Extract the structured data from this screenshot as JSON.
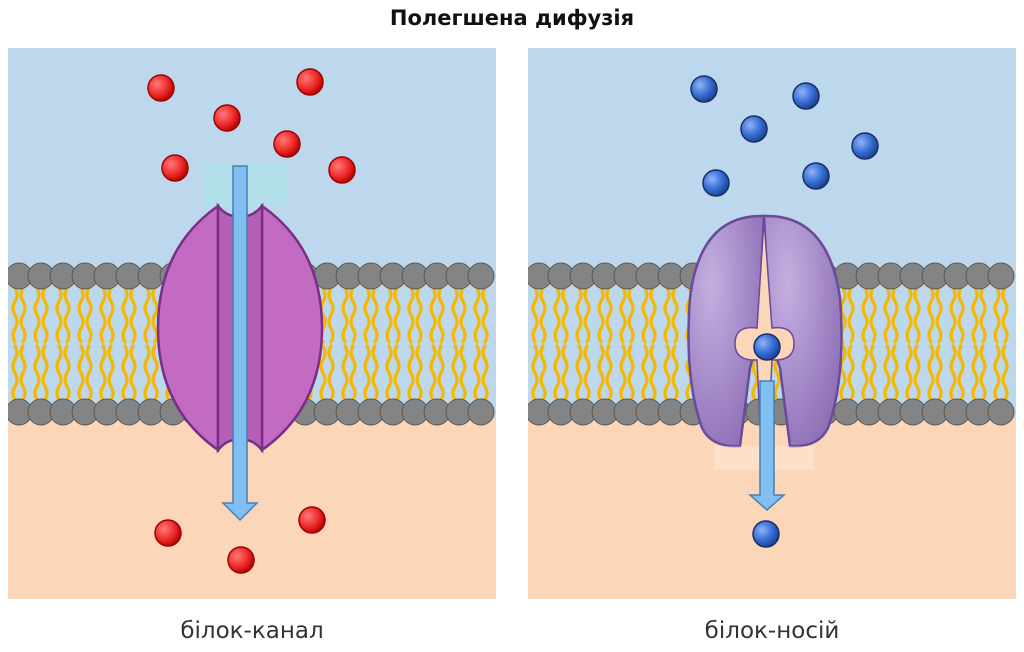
{
  "title": "Полегшена дифузія",
  "panels": [
    {
      "caption": "білок-канал"
    },
    {
      "caption": "білок-носій"
    }
  ],
  "colors": {
    "outside": "#bdd7ec",
    "inside": "#fbd6b9",
    "lipid_head": "#848484",
    "lipid_tail": "#f4b800",
    "channel_protein": "#c36bc3",
    "carrier_protein": "#9b7fc0",
    "arrow": "#7fbff2",
    "red_molecule": "#ee2a2a",
    "blue_molecule": "#3a6fd8"
  },
  "icons": [
    "channel-protein-icon",
    "carrier-protein-icon",
    "red-molecule-icon",
    "blue-molecule-icon",
    "diffusion-arrow-icon"
  ]
}
